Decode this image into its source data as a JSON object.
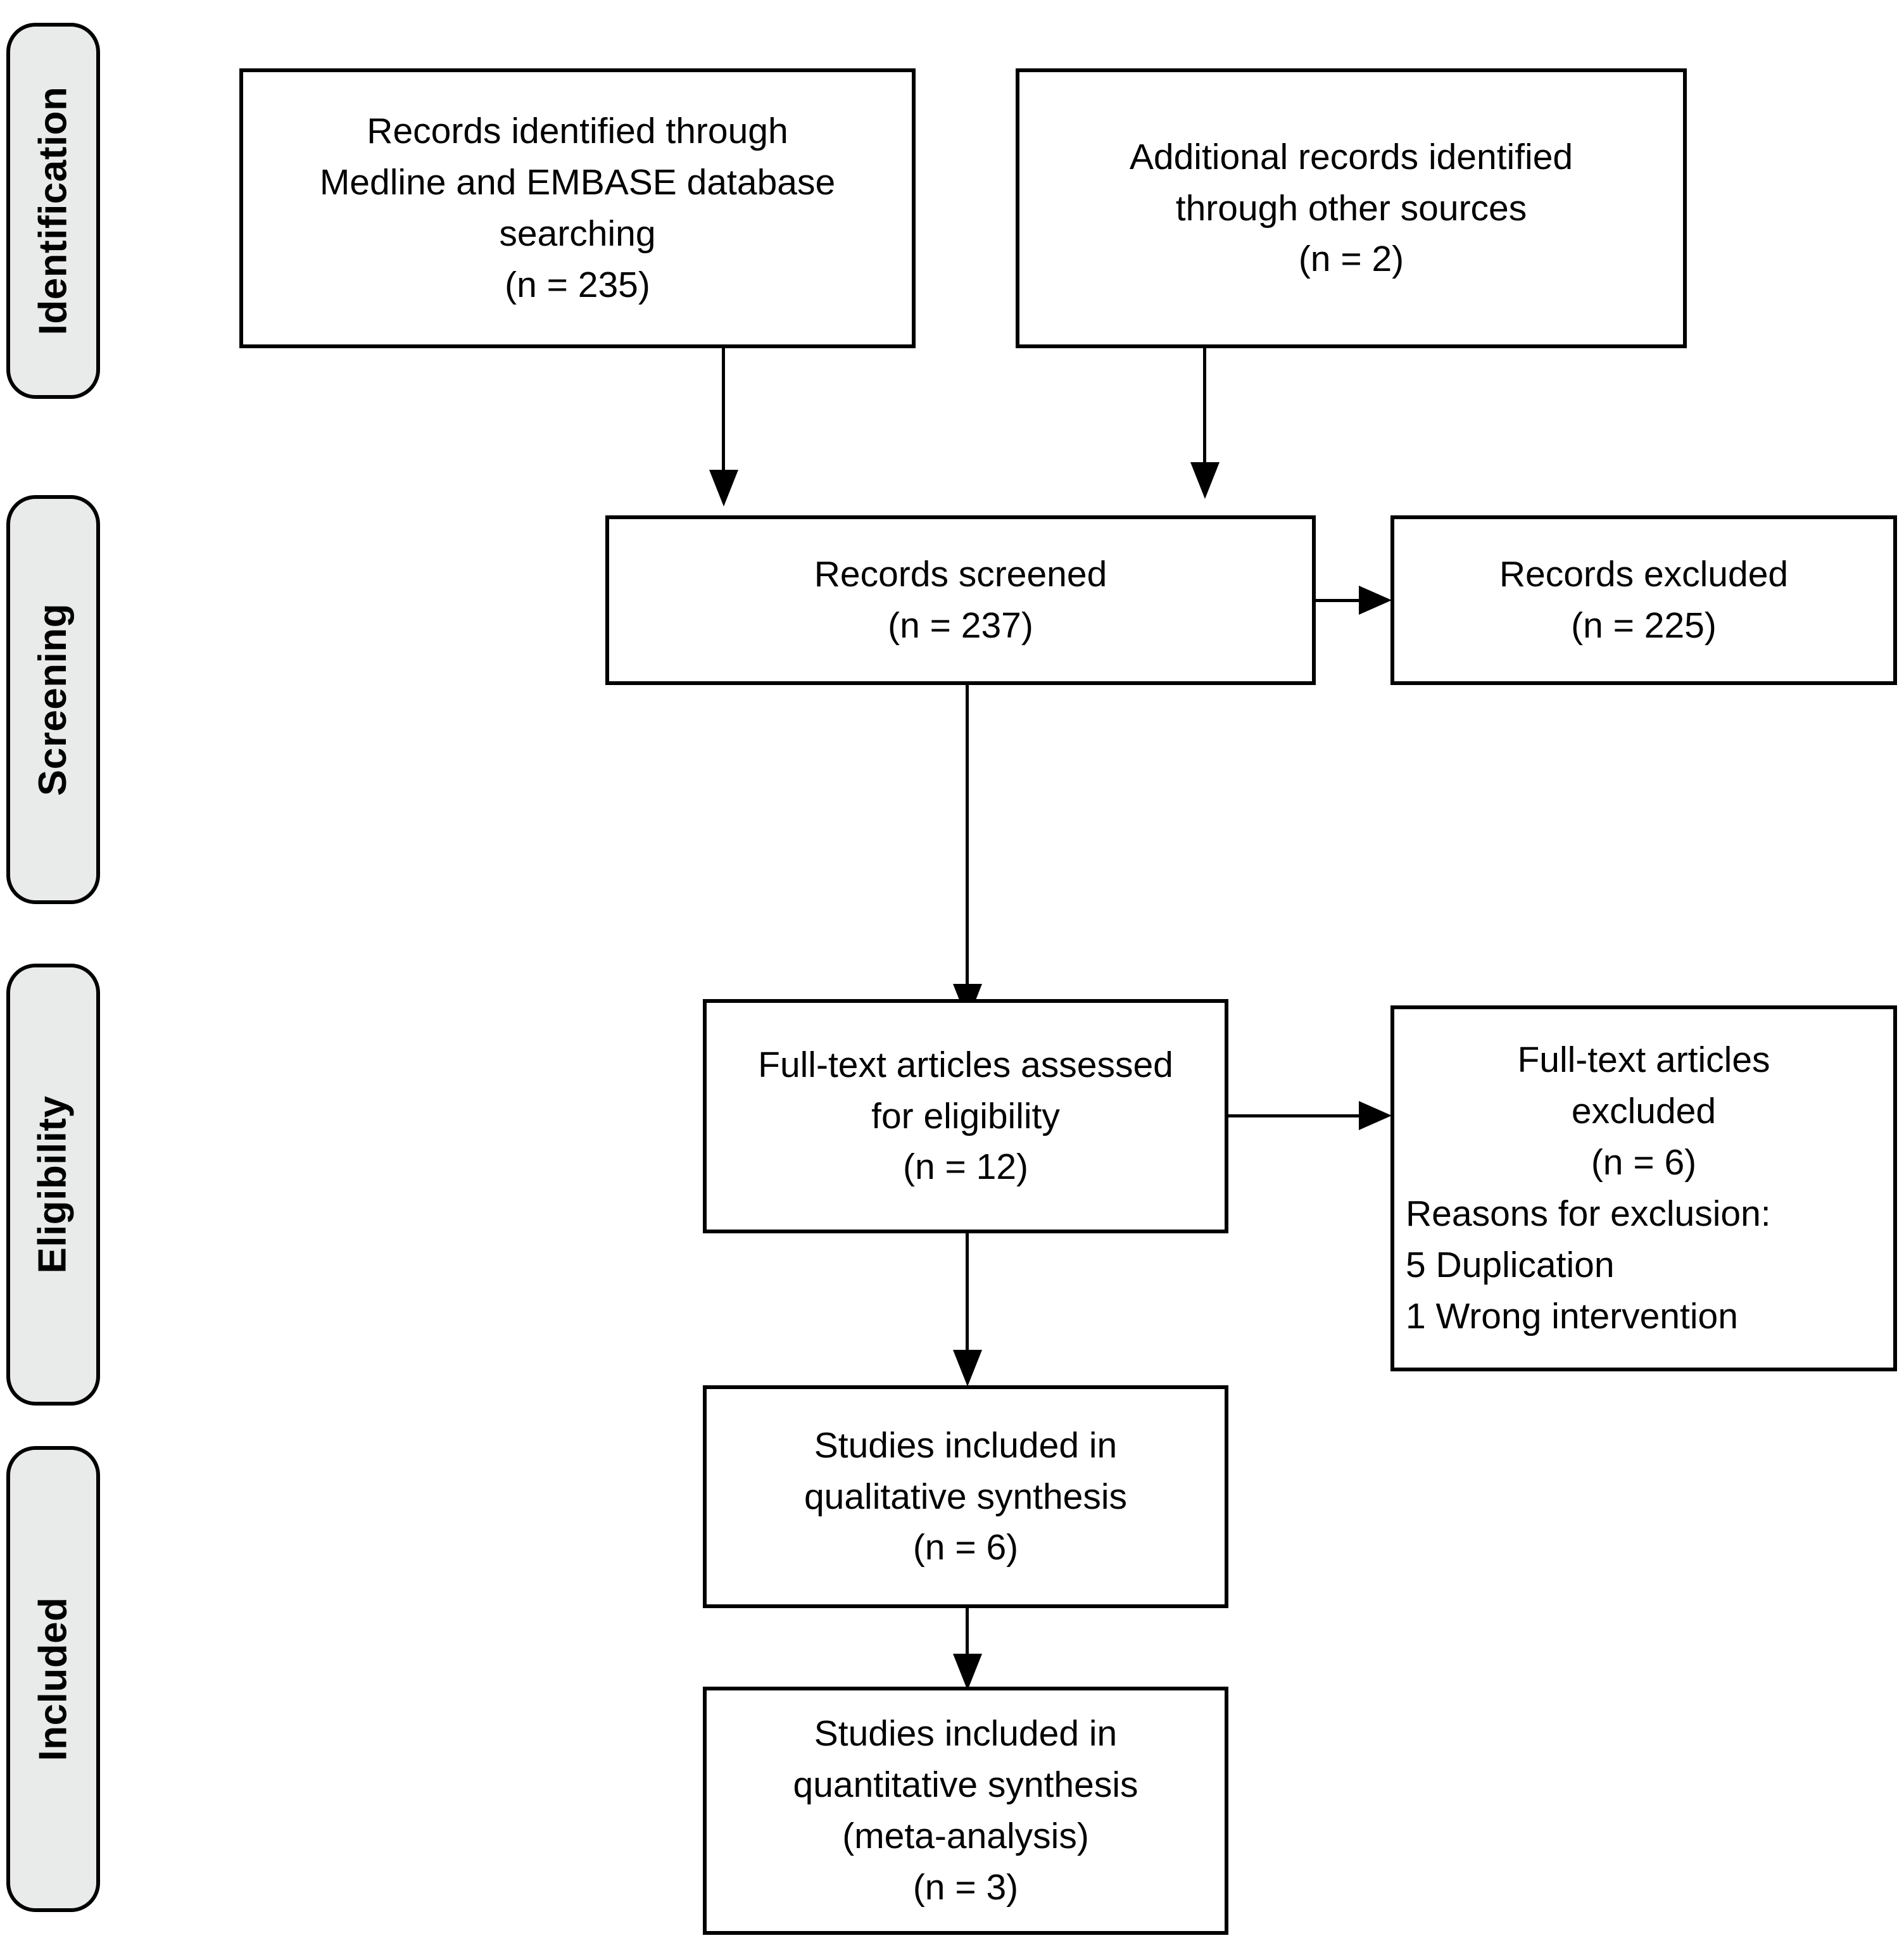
{
  "diagram": {
    "title": "PRISMA flow diagram",
    "type": "flowchart",
    "accent_color": "#000000",
    "stage_label_fill": "#e9eaea",
    "box_fill": "#ffffff"
  },
  "stages": [
    {
      "id": "identification",
      "label": "Identification"
    },
    {
      "id": "screening",
      "label": "Screening"
    },
    {
      "id": "eligibility",
      "label": "Eligibility"
    },
    {
      "id": "included",
      "label": "Included"
    }
  ],
  "boxes": {
    "records_identified": {
      "line1": "Records identified through",
      "line2": "Medline and EMBASE database",
      "line3": "searching",
      "line4": "(n = 235)",
      "count": 235
    },
    "additional_records": {
      "line1": "Additional records identified",
      "line2": "through other sources",
      "line3": "(n = 2)",
      "count": 2
    },
    "records_screened": {
      "line1": "Records screened",
      "line2": "(n = 237)",
      "count": 237
    },
    "records_excluded": {
      "line1": "Records excluded",
      "line2": "(n = 225)",
      "count": 225
    },
    "fulltext_assessed": {
      "line1": "Full-text articles assessed",
      "line2": "for eligibility",
      "line3": "(n = 12)",
      "count": 12
    },
    "fulltext_excluded": {
      "line1": "Full-text articles",
      "line2": "excluded",
      "line3": "(n = 6)",
      "line4": "Reasons for exclusion:",
      "line5": "5 Duplication",
      "line6": "1 Wrong intervention",
      "count": 6
    },
    "qualitative_synthesis": {
      "line1": "Studies included in",
      "line2": "qualitative synthesis",
      "line3": "(n = 6)",
      "count": 6
    },
    "quantitative_synthesis": {
      "line1": "Studies included in",
      "line2": "quantitative synthesis",
      "line3": "(meta-analysis)",
      "line4": "(n = 3)",
      "count": 3
    }
  }
}
